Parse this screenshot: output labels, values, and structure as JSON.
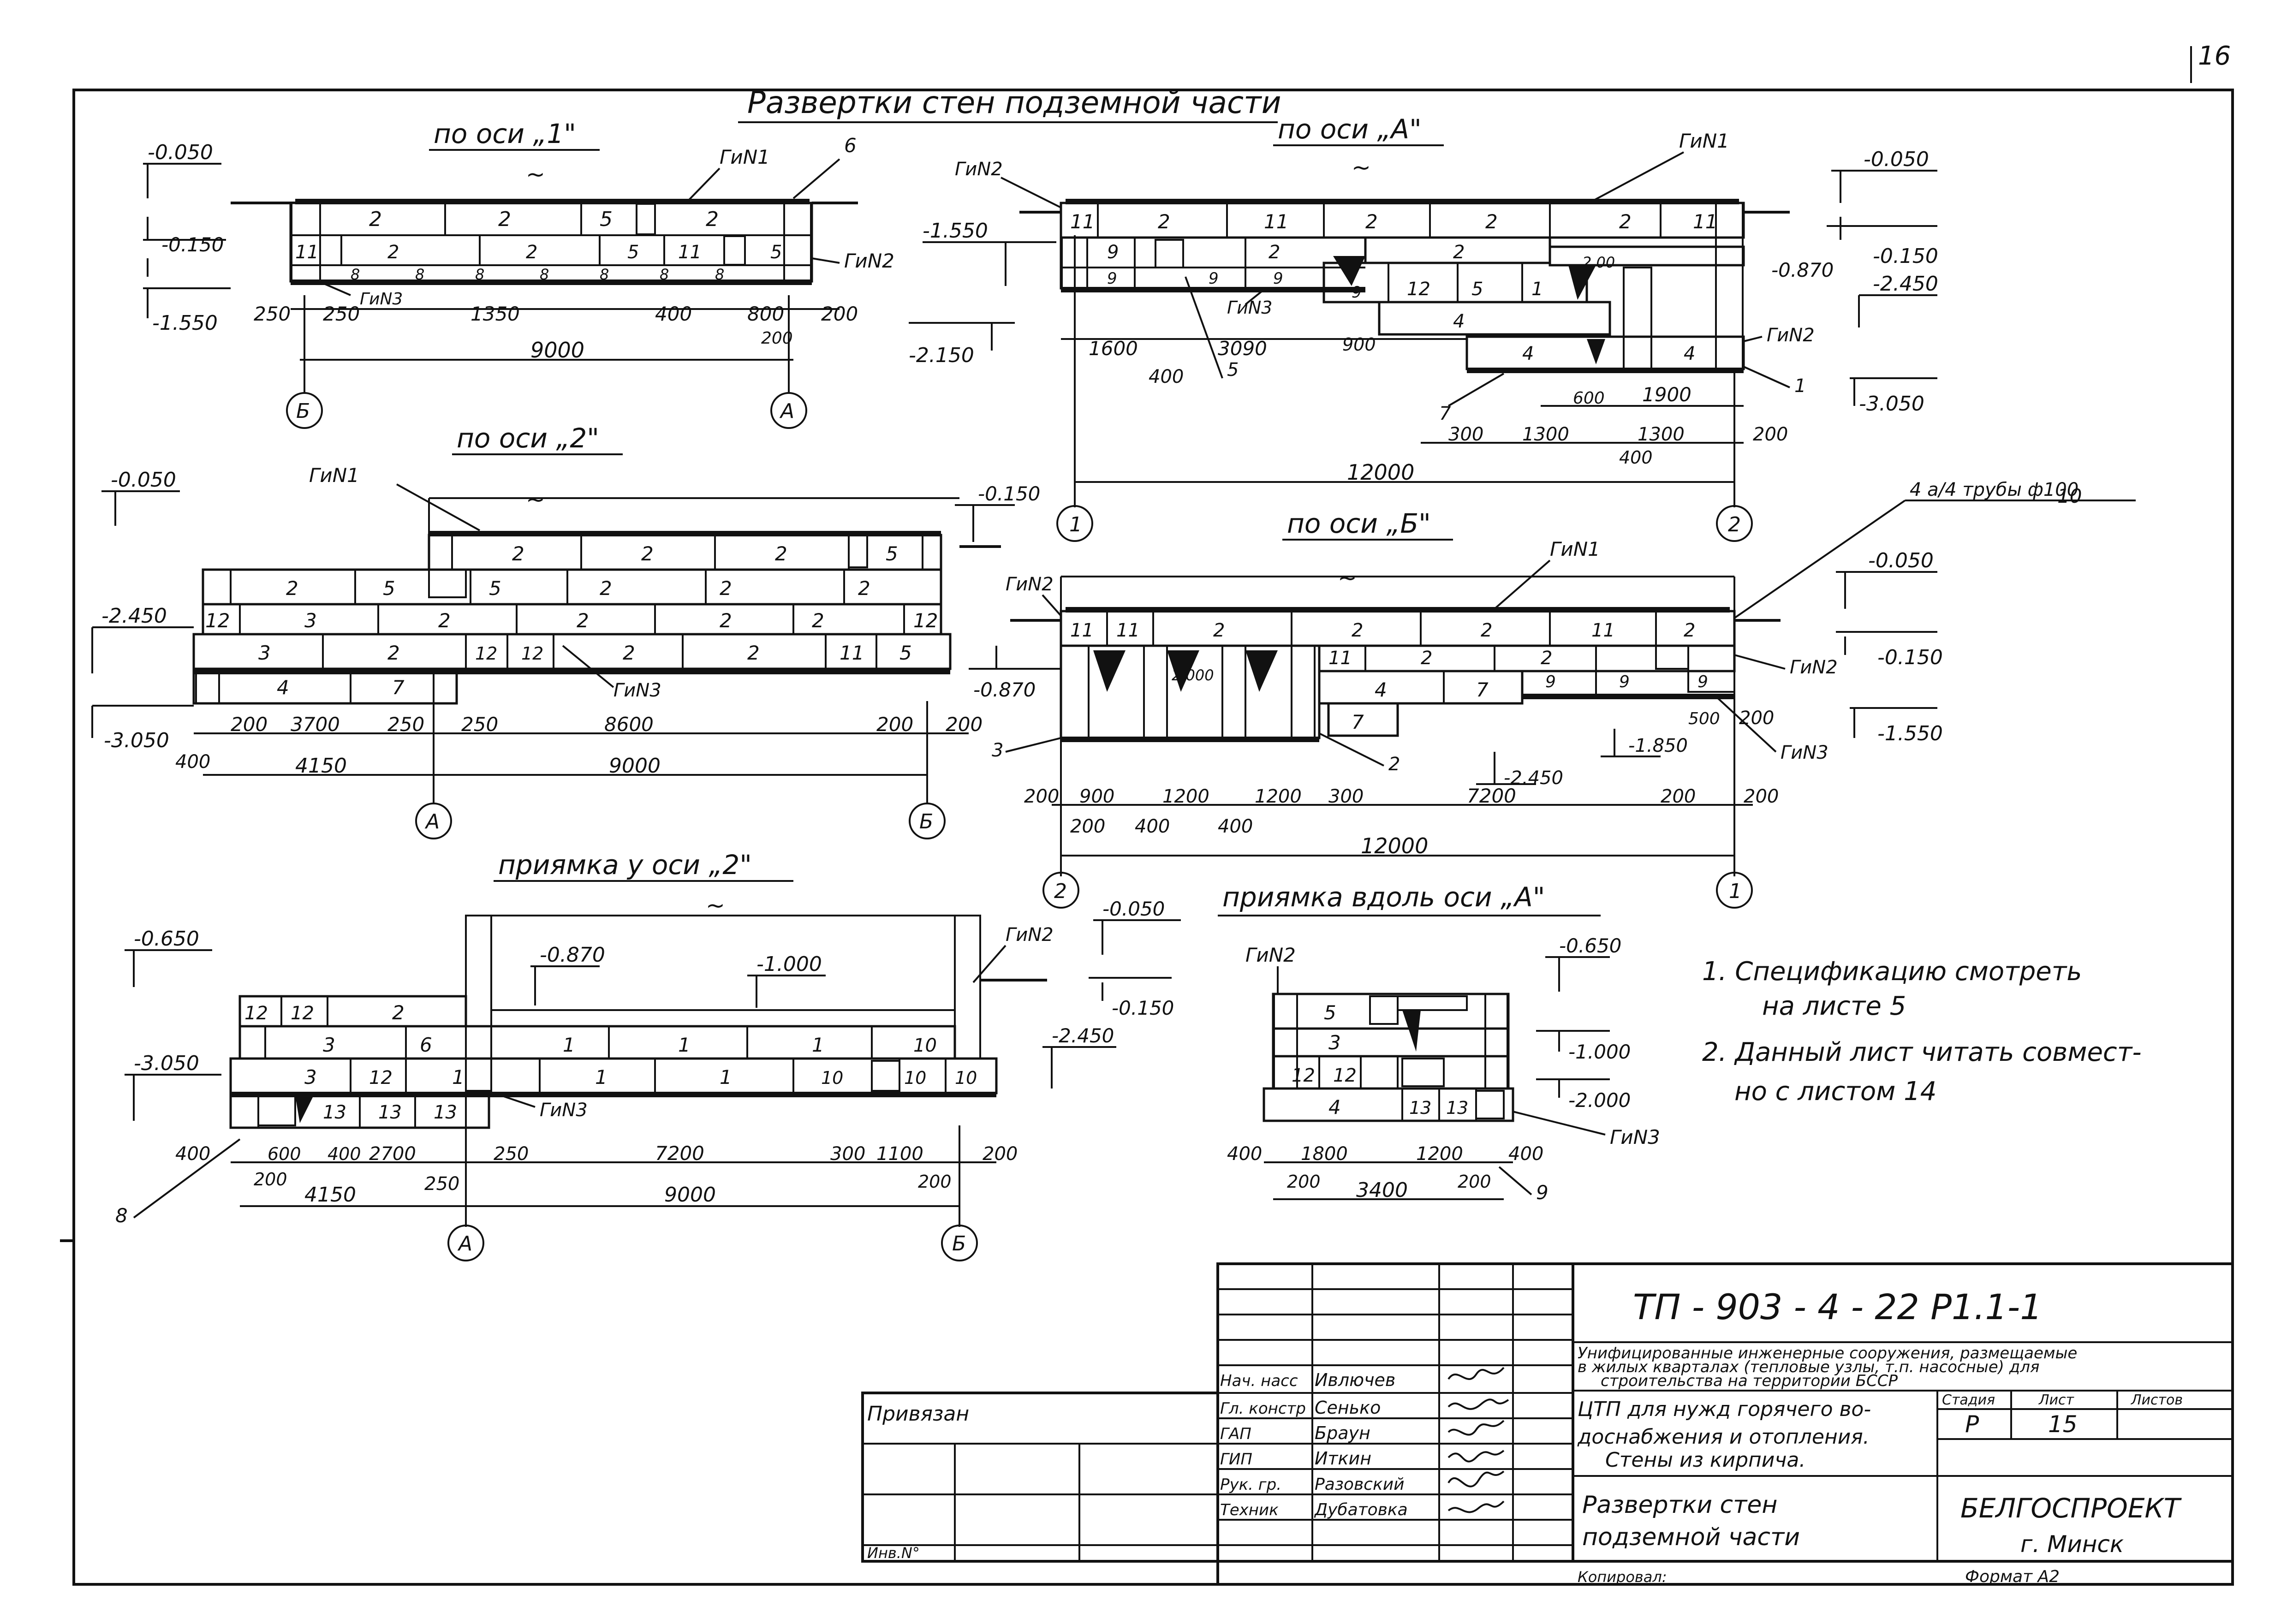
{
  "sheet": {
    "page_number": "16",
    "main_title": "Развертки стен подземной части"
  },
  "views": {
    "axis1": {
      "title": "по оси „1\"",
      "elev": [
        "-0.050",
        "-0.150",
        "-1.550"
      ],
      "gi": [
        "ГиN1",
        "ГиN2",
        "ГиN3"
      ],
      "callout": "6",
      "rows": [
        [
          "2",
          "2",
          "5",
          "2"
        ],
        [
          "11",
          "2",
          "2",
          "5",
          "11",
          "5"
        ],
        [
          "8",
          "8",
          "8",
          "8",
          "8",
          "8",
          "8"
        ]
      ],
      "dims": [
        "250",
        "250",
        "1350",
        "400",
        "800",
        "200",
        "200",
        "9000"
      ],
      "axes": [
        "Б",
        "А"
      ]
    },
    "axisA": {
      "title": "по оси „А\"",
      "elev": [
        "-0.050",
        "-1.550",
        "-0.150",
        "-0.870",
        "-2.450",
        "-2.150",
        "-3.050"
      ],
      "gi": [
        "ГиN1",
        "ГиN2",
        "ГиN3",
        "ГиN2"
      ],
      "rows": [
        [
          "11",
          "2",
          "11",
          "2",
          "2",
          "2",
          "11"
        ],
        [
          "9",
          "2",
          "2",
          "2.00"
        ],
        [
          "9",
          "9",
          "9",
          "9",
          "12",
          "5",
          "1"
        ],
        [
          "4",
          "4",
          "4"
        ]
      ],
      "dims": [
        "1600",
        "3090",
        "900",
        "400",
        "5",
        "600",
        "1900",
        "300",
        "1300",
        "1300",
        "200",
        "400",
        "12000"
      ],
      "callouts": [
        "7",
        "1"
      ],
      "axes": [
        "1",
        "2"
      ]
    },
    "axis2": {
      "title": "по оси „2\"",
      "elev": [
        "-0.050",
        "-0.150",
        "-2.450",
        "-3.050"
      ],
      "gi": [
        "ГиN1",
        "ГиN3"
      ],
      "rows": [
        [
          "2",
          "2",
          "2",
          "5"
        ],
        [
          "2",
          "5",
          "5",
          "2",
          "2",
          "2"
        ],
        [
          "12",
          "3",
          "2",
          "2",
          "2",
          "2",
          "12"
        ],
        [
          "3",
          "2",
          "12",
          "12",
          "2",
          "2",
          "11",
          "5"
        ],
        [
          "4",
          "7"
        ]
      ],
      "dims": [
        "200",
        "3700",
        "250",
        "250",
        "8600",
        "200",
        "200",
        "400",
        "4150",
        "9000"
      ],
      "axes": [
        "А",
        "Б"
      ]
    },
    "axisB": {
      "title": "по оси „Б\"",
      "note_pipe": "4 а/4 трубы ф100",
      "callout_top": "10",
      "elev": [
        "-0.050",
        "-0.150",
        "-1.550",
        "-0.870",
        "-2.450",
        "-1.850"
      ],
      "gi": [
        "ГиN1",
        "ГиN2",
        "ГиN2",
        "ГиN3"
      ],
      "rows": [
        [
          "11",
          "11",
          "2",
          "2",
          "2",
          "11",
          "2"
        ],
        [
          "2.000",
          "11",
          "2",
          "2",
          "9",
          "9",
          "9"
        ],
        [
          "4",
          "7"
        ],
        [
          "7"
        ]
      ],
      "dims": [
        "200",
        "900",
        "1200",
        "1200",
        "300",
        "7200",
        "200",
        "200",
        "200",
        "400",
        "400",
        "500",
        "200",
        "12000"
      ],
      "callouts": [
        "3",
        "2"
      ],
      "axes": [
        "2",
        "1"
      ]
    },
    "pit2": {
      "title": "приямка у оси „2\"",
      "elev": [
        "-0.650",
        "-0.870",
        "-1.000",
        "-0.050",
        "-0.150",
        "-2.450",
        "-3.050"
      ],
      "gi": [
        "ГиN2",
        "ГиN3"
      ],
      "rows": [
        [
          "12",
          "12",
          "2"
        ],
        [
          "3",
          "6",
          "1",
          "1",
          "1",
          "10"
        ],
        [
          "3",
          "12",
          "1",
          "1",
          "1",
          "10",
          "10",
          "10"
        ],
        [
          "13",
          "13",
          "13"
        ]
      ],
      "dims": [
        "400",
        "600",
        "400",
        "2700",
        "250",
        "7200",
        "300",
        "1100",
        "200",
        "200",
        "200",
        "4150",
        "250",
        "9000"
      ],
      "callout": "8",
      "axes": [
        "А",
        "Б"
      ]
    },
    "pitA": {
      "title": "приямка вдоль оси „А\"",
      "elev": [
        "-0.650",
        "-1.000",
        "-2.000"
      ],
      "gi": [
        "ГиN2",
        "ГиN3"
      ],
      "rows": [
        [
          "5"
        ],
        [
          "3"
        ],
        [
          "12",
          "12"
        ],
        [
          "4",
          "13",
          "13"
        ]
      ],
      "dims": [
        "400",
        "1800",
        "1200",
        "400",
        "200",
        "3400",
        "200"
      ],
      "callout": "9"
    }
  },
  "notes": [
    "1. Спецификацию смотреть",
    "на листе 5",
    "2. Данный лист читать совмест-",
    "но с листом 14"
  ],
  "stamp": {
    "doc_code": "ТП - 903 - 4 - 22   Р1.1-1",
    "project_title": [
      "Унифицированные инженерные сооружения, размещаемые",
      "в жилых кварталах (тепловые узлы, т.п. насосные) для",
      "строительства на территории БССР"
    ],
    "object_title": [
      "ЦТП для нужд горячего во-",
      "доснабжения и отопления.",
      "Стены из кирпича."
    ],
    "sheet_title": [
      "Развертки стен",
      "подземной части"
    ],
    "stage_headers": [
      "Стадия",
      "Лист",
      "Листов"
    ],
    "stage": "Р",
    "sheet_no": "15",
    "sheet_total": "",
    "org": "БЕЛГОСПРОЕКТ",
    "city": "г. Минск",
    "bound_label": "Привязан",
    "inv_label": "Инв.N°",
    "format": "Формат А2",
    "copied": "Копировал:",
    "roles": [
      {
        "role": "Нач. насс",
        "name": "Ивлючев"
      },
      {
        "role": "Гл. констр",
        "name": "Сенько"
      },
      {
        "role": "ГАП",
        "name": "Браун"
      },
      {
        "role": "ГИП",
        "name": "Иткин"
      },
      {
        "role": "Рук. гр.",
        "name": "Разовский"
      },
      {
        "role": "Техник",
        "name": "Дубатовка"
      }
    ]
  }
}
